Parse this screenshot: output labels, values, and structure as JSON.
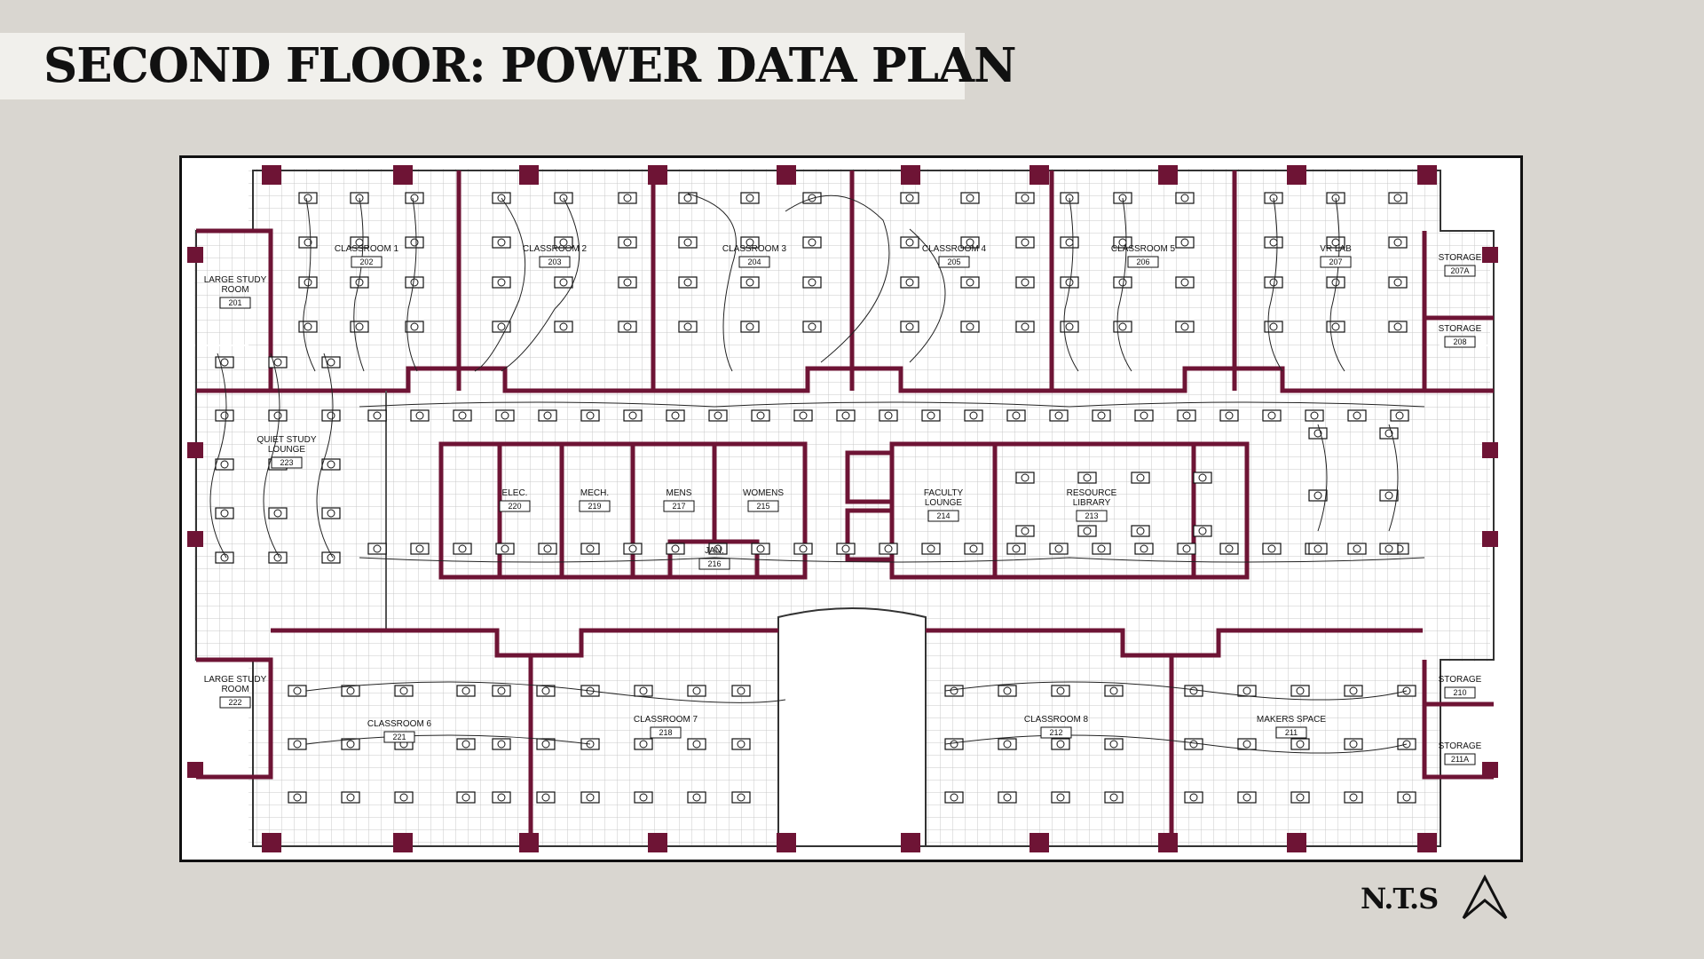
{
  "title": "SECOND FLOOR: POWER DATA PLAN",
  "scale_note": "N.T.S",
  "colors": {
    "background": "#d9d6d0",
    "title_bar": "#f1f0ec",
    "wall": "#6e1435",
    "grid": "#c9c9c9",
    "line": "#111111"
  },
  "icons": {
    "north_arrow": "north-arrow-icon",
    "outlet": "outlet-box-icon",
    "receptacle": "receptacle-icon"
  },
  "rooms": [
    {
      "id": "r201",
      "name": "LARGE STUDY\nROOM",
      "number": "201"
    },
    {
      "id": "r202",
      "name": "CLASSROOM 1",
      "number": "202"
    },
    {
      "id": "r203",
      "name": "CLASSROOM 2",
      "number": "203"
    },
    {
      "id": "r204",
      "name": "CLASSROOM 3",
      "number": "204"
    },
    {
      "id": "r205",
      "name": "CLASSROOM 4",
      "number": "205"
    },
    {
      "id": "r206",
      "name": "CLASSROOM 5",
      "number": "206"
    },
    {
      "id": "r207",
      "name": "VR LAB",
      "number": "207"
    },
    {
      "id": "r207a",
      "name": "STORAGE",
      "number": "207A"
    },
    {
      "id": "r208",
      "name": "STORAGE",
      "number": "208"
    },
    {
      "id": "r223",
      "name": "QUIET STUDY\nLOUNGE",
      "number": "223"
    },
    {
      "id": "r220",
      "name": "ELEC.",
      "number": "220"
    },
    {
      "id": "r219",
      "name": "MECH.",
      "number": "219"
    },
    {
      "id": "r217",
      "name": "MENS",
      "number": "217"
    },
    {
      "id": "r215",
      "name": "WOMENS",
      "number": "215"
    },
    {
      "id": "r216",
      "name": "JAN.",
      "number": "216"
    },
    {
      "id": "r214",
      "name": "FACULTY\nLOUNGE",
      "number": "214"
    },
    {
      "id": "r213",
      "name": "RESOURCE\nLIBRARY",
      "number": "213"
    },
    {
      "id": "r222",
      "name": "LARGE STUDY\nROOM",
      "number": "222"
    },
    {
      "id": "r221",
      "name": "CLASSROOM 6",
      "number": "221"
    },
    {
      "id": "r218",
      "name": "CLASSROOM 7",
      "number": "218"
    },
    {
      "id": "r212",
      "name": "CLASSROOM 8",
      "number": "212"
    },
    {
      "id": "r211",
      "name": "MAKERS SPACE",
      "number": "211"
    },
    {
      "id": "r210",
      "name": "STORAGE",
      "number": "210"
    },
    {
      "id": "r211a",
      "name": "STORAGE",
      "number": "211A"
    }
  ]
}
